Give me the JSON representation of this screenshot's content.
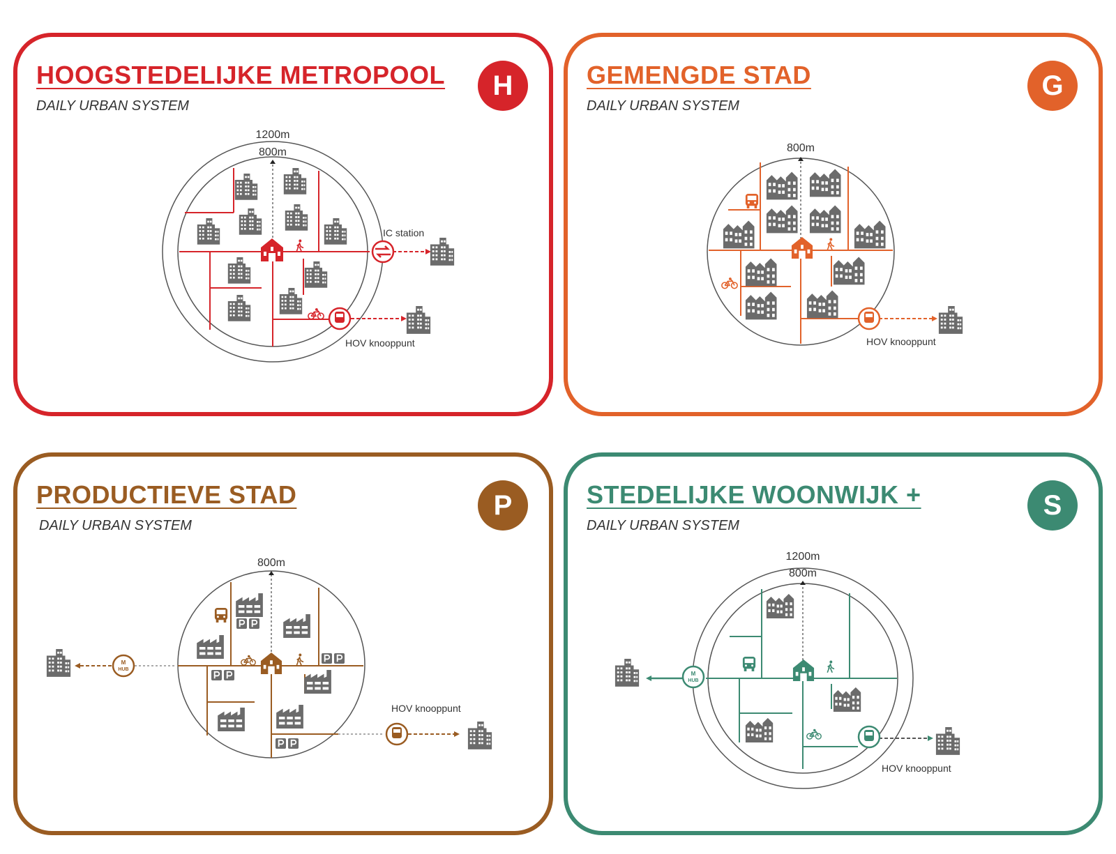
{
  "cards": {
    "H": {
      "title": "HOOGSTEDELIJKE METROPOOL",
      "subtitle": "DAILY URBAN SYSTEM",
      "badge": "H",
      "color": "#d6242a",
      "radius_outer_label": "1200m",
      "radius_inner_label": "800m",
      "ic_station_label": "IC station",
      "hov_label": "HOV knooppunt"
    },
    "G": {
      "title": "GEMENGDE STAD",
      "subtitle": "DAILY URBAN SYSTEM",
      "badge": "G",
      "color": "#e2622a",
      "radius_inner_label": "800m",
      "hov_label": "HOV knooppunt"
    },
    "P": {
      "title": "PRODUCTIEVE STAD",
      "subtitle": "DAILY URBAN SYSTEM",
      "badge": "P",
      "color": "#9a5c22",
      "radius_inner_label": "800m",
      "hub_label_top": "M",
      "hub_label_bottom": "HUB",
      "parking_label": "P",
      "hov_label": "HOV knooppunt"
    },
    "S": {
      "title": "STEDELIJKE WOONWIJK +",
      "subtitle": "DAILY URBAN SYSTEM",
      "badge": "S",
      "color": "#3c8a72",
      "radius_outer_label": "1200m",
      "radius_inner_label": "800m",
      "hub_label_top": "M",
      "hub_label_bottom": "HUB",
      "hov_label": "HOV knooppunt"
    }
  },
  "icons": {
    "building": "apartment-building-icon",
    "house": "house-icon",
    "factory": "factory-icon",
    "pedestrian": "pedestrian-icon",
    "bicycle": "bicycle-icon",
    "bus": "bus-icon",
    "train": "train-icon",
    "ns_logo": "ns-logo-icon",
    "parking": "parking-icon",
    "hub": "mobility-hub-icon"
  },
  "colors": {
    "building_gray": "#6b6b6b",
    "circle_stroke": "#555555"
  }
}
